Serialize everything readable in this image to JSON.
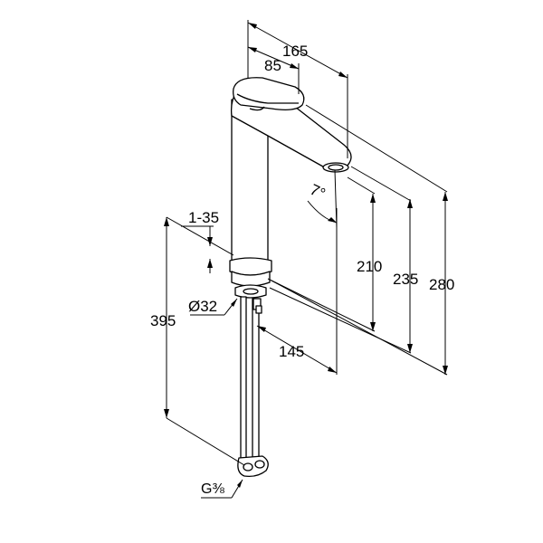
{
  "drawing": {
    "subject": "faucet-dimension-drawing",
    "dimensions": {
      "spout_reach": "165",
      "body_to_spout": "85",
      "spout_angle": "7°",
      "countertop_thickness": "1-35",
      "hole_diameter": "Ø32",
      "total_height_below": "395",
      "spout_height": "210",
      "body_height": "235",
      "overall_height": "280",
      "reach_to_hole": "145",
      "connection_thread": "G⅜"
    }
  }
}
